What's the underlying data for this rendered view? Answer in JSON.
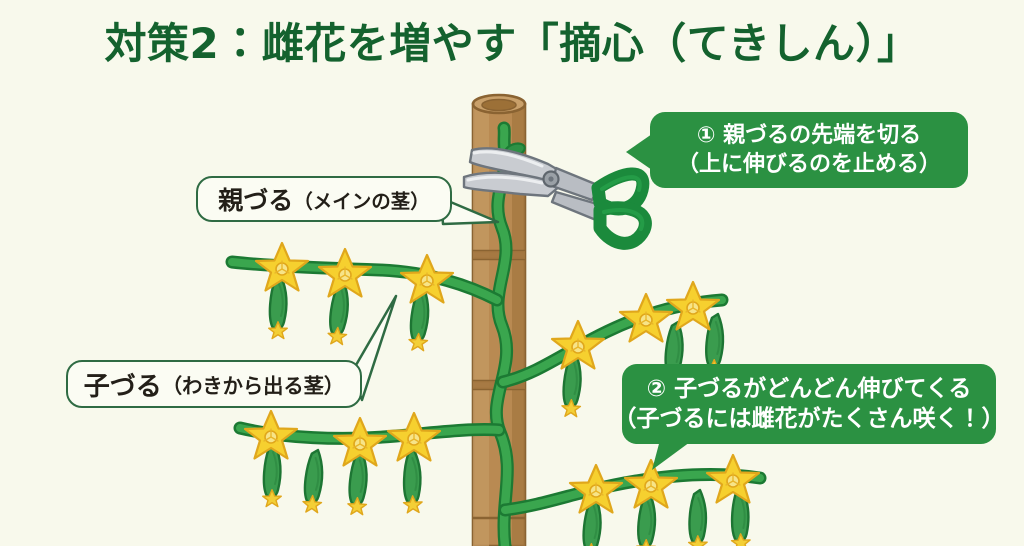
{
  "page": {
    "background_color": "#f8f9ec",
    "title": "対策2：雌花を増やす「摘心（てきしん）」",
    "title_color": "#14622e"
  },
  "labels": {
    "main_vine": {
      "name": "親づる",
      "note": "（メインの茎）",
      "border_color": "#2f6b43",
      "text_color": "#231f18"
    },
    "side_vine": {
      "name": "子づる",
      "note": "（わきから出る茎）",
      "border_color": "#2f6b43",
      "text_color": "#231f18"
    }
  },
  "callouts": [
    {
      "marker": "①",
      "line1": "① 親づるの先端を切る",
      "line2": "（上に伸びるのを止める）",
      "bg_color": "#2b9142",
      "text_color": "#ffffff",
      "tail": "left"
    },
    {
      "marker": "②",
      "line1": "② 子づるがどんどん伸びてくる",
      "line2": "（子づるには雌花がたくさん咲く！）",
      "bg_color": "#2b9142",
      "text_color": "#ffffff",
      "tail": "bottom"
    }
  ],
  "illustration": {
    "stake": {
      "name": "bamboo-stake",
      "color": "#b98a52",
      "shade_color": "#a2763f",
      "outline_color": "#8a6332",
      "top_cap_color": "#c49a63",
      "node_count": 3
    },
    "main_vine": {
      "name": "main-vine-stem",
      "color": "#3aa64e",
      "outline_color": "#1c7a33"
    },
    "scissors": {
      "name": "pruning-scissors",
      "blade_color": "#c9ccd1",
      "blade_outline": "#6e757d",
      "handle_color": "#1b8a3c",
      "pivot_color": "#9aa0a6"
    },
    "flower": {
      "name": "female-flower",
      "petal_color": "#f6d02f",
      "petal_outline": "#e0a71c",
      "center_color": "#f5e07a"
    },
    "cucumber": {
      "name": "cucumber-fruit",
      "body_color": "#3a9c4e",
      "body_outline": "#1d7533",
      "tip_color": "#f3cf36"
    },
    "branches": [
      {
        "name": "branch-upper-left",
        "flowers": 3,
        "cucumbers": 3
      },
      {
        "name": "branch-lower-left",
        "flowers": 3,
        "cucumbers": 4
      },
      {
        "name": "branch-upper-right",
        "flowers": 3,
        "cucumbers": 3
      },
      {
        "name": "branch-lower-right",
        "flowers": 3,
        "cucumbers": 4
      }
    ]
  }
}
